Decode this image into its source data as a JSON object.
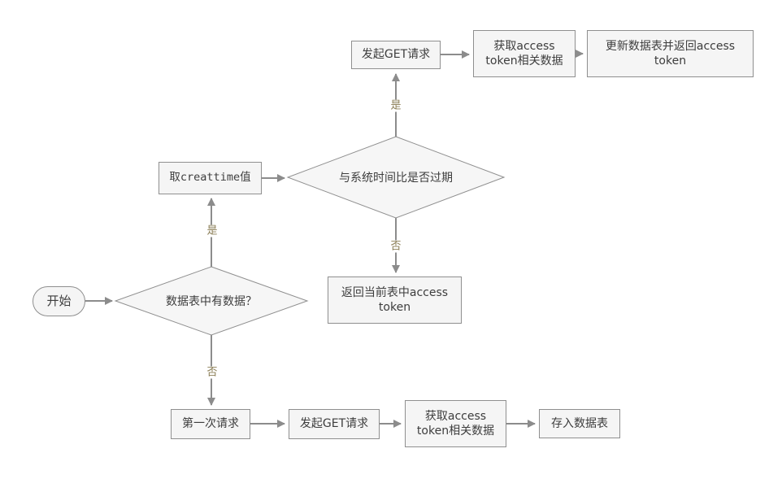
{
  "diagram": {
    "type": "flowchart",
    "background": "#ffffff",
    "colors": {
      "node_fill": "#f5f5f5",
      "node_border": "#8f8f8f",
      "node_text": "#3d3d3d",
      "connector": "#8c8c8c",
      "edge_label_text": "#8a7d55"
    },
    "nodes": {
      "start": {
        "shape": "terminator",
        "label": "开始"
      },
      "has_data_decision": {
        "shape": "decision",
        "label": "数据表中有数据？"
      },
      "get_creattime": {
        "shape": "process",
        "label": "取creattime值"
      },
      "expired_decision": {
        "shape": "decision",
        "label": "与系统时间比是否过期"
      },
      "get_request_top": {
        "shape": "process",
        "label": "发起GET请求"
      },
      "fetch_token_top": {
        "shape": "process",
        "label": "获取access token相关数据"
      },
      "update_table": {
        "shape": "process",
        "label": "更新数据表并返回access token"
      },
      "return_current": {
        "shape": "process",
        "label": "返回当前表中access token"
      },
      "first_request": {
        "shape": "process",
        "label": "第一次请求"
      },
      "get_request_bottom": {
        "shape": "process",
        "label": "发起GET请求"
      },
      "fetch_token_bottom": {
        "shape": "process",
        "label": "获取access token相关数据"
      },
      "store_table": {
        "shape": "process",
        "label": "存入数据表"
      }
    },
    "edge_labels": {
      "expired_yes": "是",
      "expired_no": "否",
      "has_data_yes": "是",
      "has_data_no": "否"
    }
  }
}
